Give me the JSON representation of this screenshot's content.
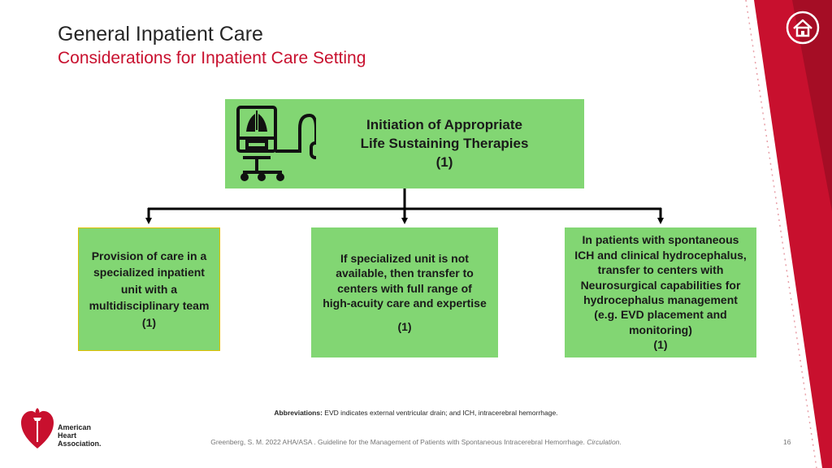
{
  "header": {
    "title": "General Inpatient Care",
    "subtitle": "Considerations for Inpatient Care Setting"
  },
  "diagram": {
    "top": {
      "line1": "Initiation of Appropriate",
      "line2": "Life Sustaining Therapies",
      "ref": "(1)",
      "icon": "ventilator-icon"
    },
    "left": {
      "lines": [
        "Provision of care in a",
        "specialized inpatient",
        "unit with a",
        "multidisciplinary team",
        "(1)"
      ]
    },
    "middle": {
      "lines": [
        "If specialized unit is not",
        "available, then transfer to",
        "centers with full range of",
        "high-acuity care and expertise"
      ],
      "ref": "(1)"
    },
    "right": {
      "lines": [
        "In patients with spontaneous",
        "ICH and clinical hydrocephalus,",
        "transfer to centers with",
        "Neurosurgical capabilities for",
        "hydrocephalus management",
        "(e.g. EVD placement and",
        "monitoring)",
        "(1)"
      ]
    }
  },
  "footer": {
    "abbr_label": "Abbreviations:",
    "abbr_text": " EVD indicates external ventricular drain; and ICH, intracerebral hemorrhage.",
    "citation_main": "Greenberg, S. M. 2022 AHA/ASA . Guideline for the Management of Patients with Spontaneous Intracerebral Hemorrhage. ",
    "citation_journal": "Circulation",
    "citation_end": ".",
    "page_number": "16",
    "logo": {
      "line1": "American",
      "line2": "Heart",
      "line3": "Association."
    }
  },
  "colors": {
    "box_fill": "#82d673",
    "accent_red": "#c8102e"
  }
}
